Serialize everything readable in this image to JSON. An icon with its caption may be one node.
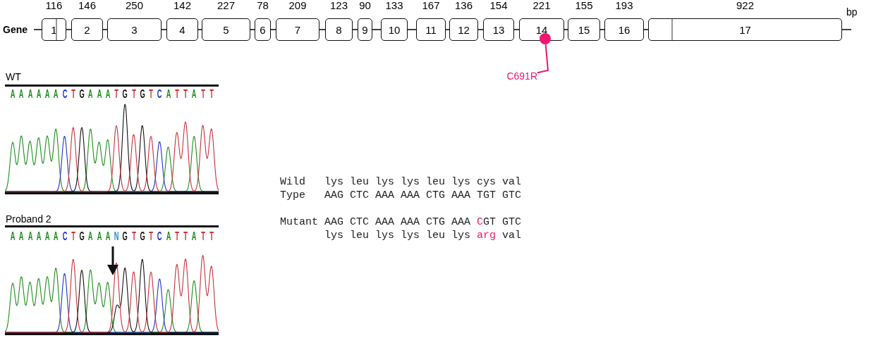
{
  "diagram": {
    "nodes": [
      {
        "text": [
          "Gene"
        ]
      },
      {
        "text": [
          "1"
        ],
        "beside": [
          "116"
        ]
      },
      {
        "text": [
          "2"
        ],
        "beside": [
          "146"
        ]
      },
      {
        "text": [
          "3"
        ],
        "beside": [
          "250"
        ]
      },
      {
        "text": [
          "4"
        ],
        "beside": [
          "142"
        ]
      },
      {
        "text": [
          "5"
        ],
        "beside": [
          "227"
        ]
      },
      {
        "text": [
          "6"
        ],
        "beside": [
          "78"
        ]
      },
      {
        "text": [
          "7"
        ],
        "beside": [
          "209"
        ]
      },
      {
        "text": [
          "8"
        ],
        "beside": [
          "123"
        ]
      },
      {
        "text": [
          "9"
        ],
        "beside": [
          "90"
        ]
      },
      {
        "text": [
          "10"
        ],
        "beside": [
          "133"
        ]
      },
      {
        "text": [
          "11"
        ],
        "beside": [
          "167"
        ]
      },
      {
        "text": [
          "12"
        ],
        "beside": [
          "136"
        ]
      },
      {
        "text": [
          "13"
        ],
        "beside": [
          "154"
        ]
      },
      {
        "text": [
          "14"
        ],
        "beside": [
          "221"
        ]
      },
      {
        "text": [
          "15"
        ],
        "beside": [
          "155"
        ]
      },
      {
        "text": [
          "16"
        ],
        "beside": [
          "193"
        ]
      },
      {
        "text": [
          "17"
        ],
        "beside": [
          "922"
        ]
      },
      {
        "text": [],
        "shape": "circle"
      },
      {
        "text": [
          "C691R"
        ]
      }
    ],
    "edges": [
      {
        "from": 0,
        "to": 1,
        "arrow": "none"
      },
      {
        "from": 1,
        "to": 2,
        "arrow": "none"
      },
      {
        "from": 2,
        "to": 3,
        "arrow": "none"
      },
      {
        "from": 3,
        "to": 4,
        "arrow": "none"
      },
      {
        "from": 4,
        "to": 5,
        "arrow": "none"
      },
      {
        "from": 5,
        "to": 6,
        "arrow": "none"
      },
      {
        "from": 6,
        "to": 7,
        "arrow": "none"
      },
      {
        "from": 7,
        "to": 8,
        "arrow": "none"
      },
      {
        "from": 8,
        "to": 9,
        "arrow": "none"
      },
      {
        "from": 9,
        "to": 10,
        "arrow": "none"
      },
      {
        "from": 10,
        "to": 11,
        "arrow": "none"
      },
      {
        "from": 11,
        "to": 12,
        "arrow": "none"
      },
      {
        "from": 12,
        "to": 13,
        "arrow": "none"
      },
      {
        "from": 13,
        "to": 14,
        "arrow": "none"
      },
      {
        "from": 14,
        "to": 15,
        "arrow": "none"
      },
      {
        "from": 15,
        "to": 16,
        "arrow": "none"
      },
      {
        "from": 16,
        "to": 17,
        "arrow": "none"
      },
      {
        "from": 17,
        "to": null,
        "arrow": "none"
      },
      {
        "from": 19,
        "to": 18,
        "arrow": "none",
        "color": "#f0146e"
      }
    ],
    "labels": [
      "bp",
      "WT",
      "A A A A A A C T G A A A T G T G T C A T T A T T",
      "Proband 2",
      "A A A A A A C T G A A A N G T G T C A T T A T T",
      "Wild",
      "lys leu lys lys leu lys cys val",
      "Type",
      "AAG CTC AAA AAA CTG AAA TGT GTC",
      "Mutant",
      "AAG CTC AAA AAA CTG AAA",
      "C",
      "GT GTC",
      "lys leu lys lys leu lys",
      "arg",
      "val"
    ]
  }
}
